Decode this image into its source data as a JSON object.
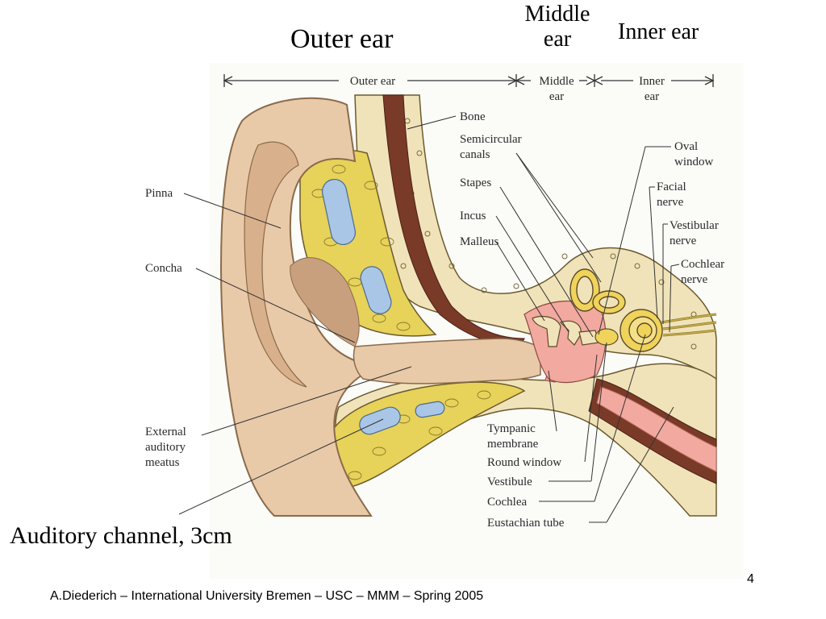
{
  "headings": {
    "outer": "Outer ear",
    "middle_line1": "Middle",
    "middle_line2": "ear",
    "inner": "Inner ear"
  },
  "scale_bar": {
    "outer": "Outer ear",
    "middle_line1": "Middle",
    "middle_line2": "ear",
    "inner_line1": "Inner",
    "inner_line2": "ear"
  },
  "labels": {
    "pinna": "Pinna",
    "concha": "Concha",
    "external_line1": "External",
    "external_line2": "auditory",
    "external_line3": "meatus",
    "bone": "Bone",
    "semicircular_line1": "Semicircular",
    "semicircular_line2": "canals",
    "stapes": "Stapes",
    "incus": "Incus",
    "malleus": "Malleus",
    "oval_line1": "Oval",
    "oval_line2": "window",
    "facial_line1": "Facial",
    "facial_line2": "nerve",
    "vestibular_line1": "Vestibular",
    "vestibular_line2": "nerve",
    "cochlear_line1": "Cochlear",
    "cochlear_line2": "nerve",
    "tympanic_line1": "Tympanic",
    "tympanic_line2": "membrane",
    "round_window": "Round window",
    "vestibule": "Vestibule",
    "cochlea": "Cochlea",
    "eustachian": "Eustachian tube"
  },
  "caption": "Auditory channel, 3cm",
  "footer": "A.Diederich – International University Bremen – USC  – MMM  – Spring 2005",
  "page_number": "4",
  "colors": {
    "skin": "#e8c9a8",
    "skin_shadow": "#c9a07e",
    "bone": "#f1e3b9",
    "fat": "#e7d25a",
    "vessel": "#a9c6e6",
    "muscle": "#7a3a28",
    "pink": "#f2a9a0",
    "cochlea": "#efd35a"
  }
}
